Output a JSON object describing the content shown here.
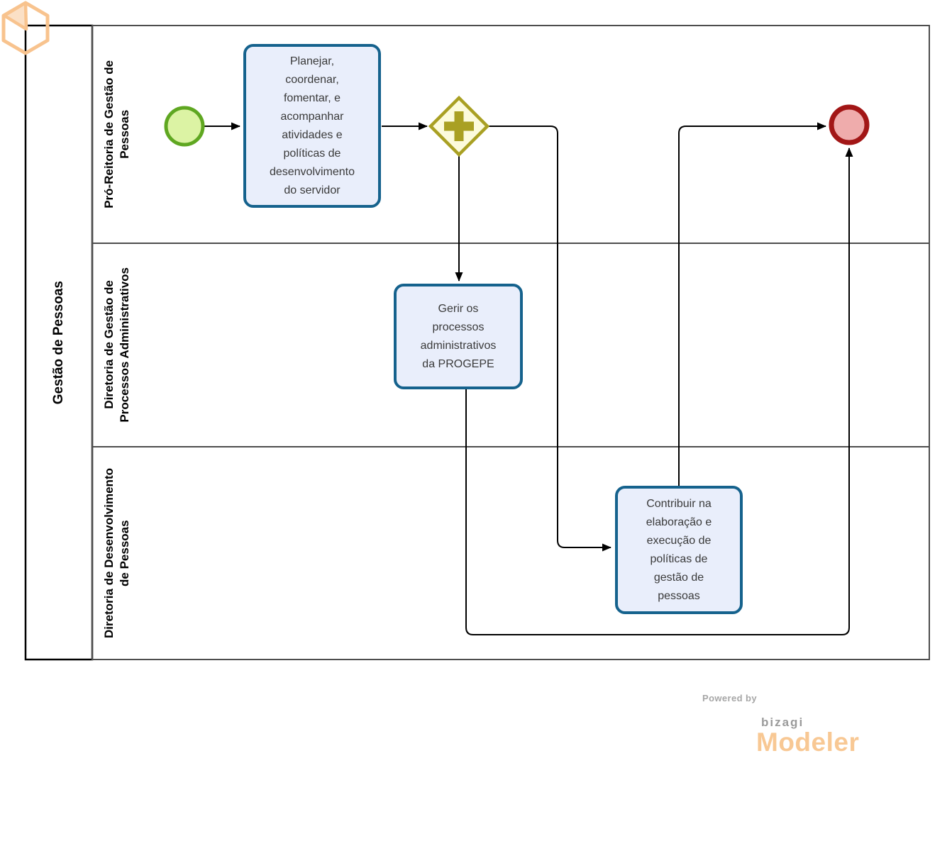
{
  "pool": {
    "label": "Gestão de Pessoas"
  },
  "lanes": [
    {
      "label": "Pró-Reitoria de Gestão de\nPessoas"
    },
    {
      "label": "Diretoria de Gestão de\nProcessos Administrativos"
    },
    {
      "label": "Diretoria de Desenvolvimento\nde Pessoas"
    }
  ],
  "tasks": [
    {
      "label": "Planejar,\ncoordenar,\nfomentar, e\nacompanhar\natividades e\npolíticas de\ndesenvolvimento\ndo servidor"
    },
    {
      "label": "Gerir os\nprocessos\nadministrativos\nda PROGEPE"
    },
    {
      "label": "Contribuir na\nelaboração e\nexecução de\npolíticas de\ngestão de\npessoas"
    }
  ],
  "icons": {
    "start_event": "start-event-circle",
    "end_event": "end-event-circle",
    "gateway": "parallel-gateway-plus-icon",
    "logo": "bizagi-hexagon-icon"
  },
  "branding": {
    "powered_by": "Powered by",
    "bizagi": "bizagi",
    "modeler": "Modeler"
  },
  "colors": {
    "task_border": "#15628D",
    "task_fill": "#E9EEFB",
    "start_border": "#5FA721",
    "start_fill": "#DCF3A4",
    "end_border": "#A21616",
    "end_fill": "#EFACAC",
    "gateway_border": "#A9A023",
    "gateway_fill": "#FCFBDC",
    "lane_border": "#4D4D4D",
    "pool_border": "#000000",
    "flow": "#000000",
    "logo_orange": "#F8C38E",
    "logo_gray": "#9B9B9B"
  }
}
